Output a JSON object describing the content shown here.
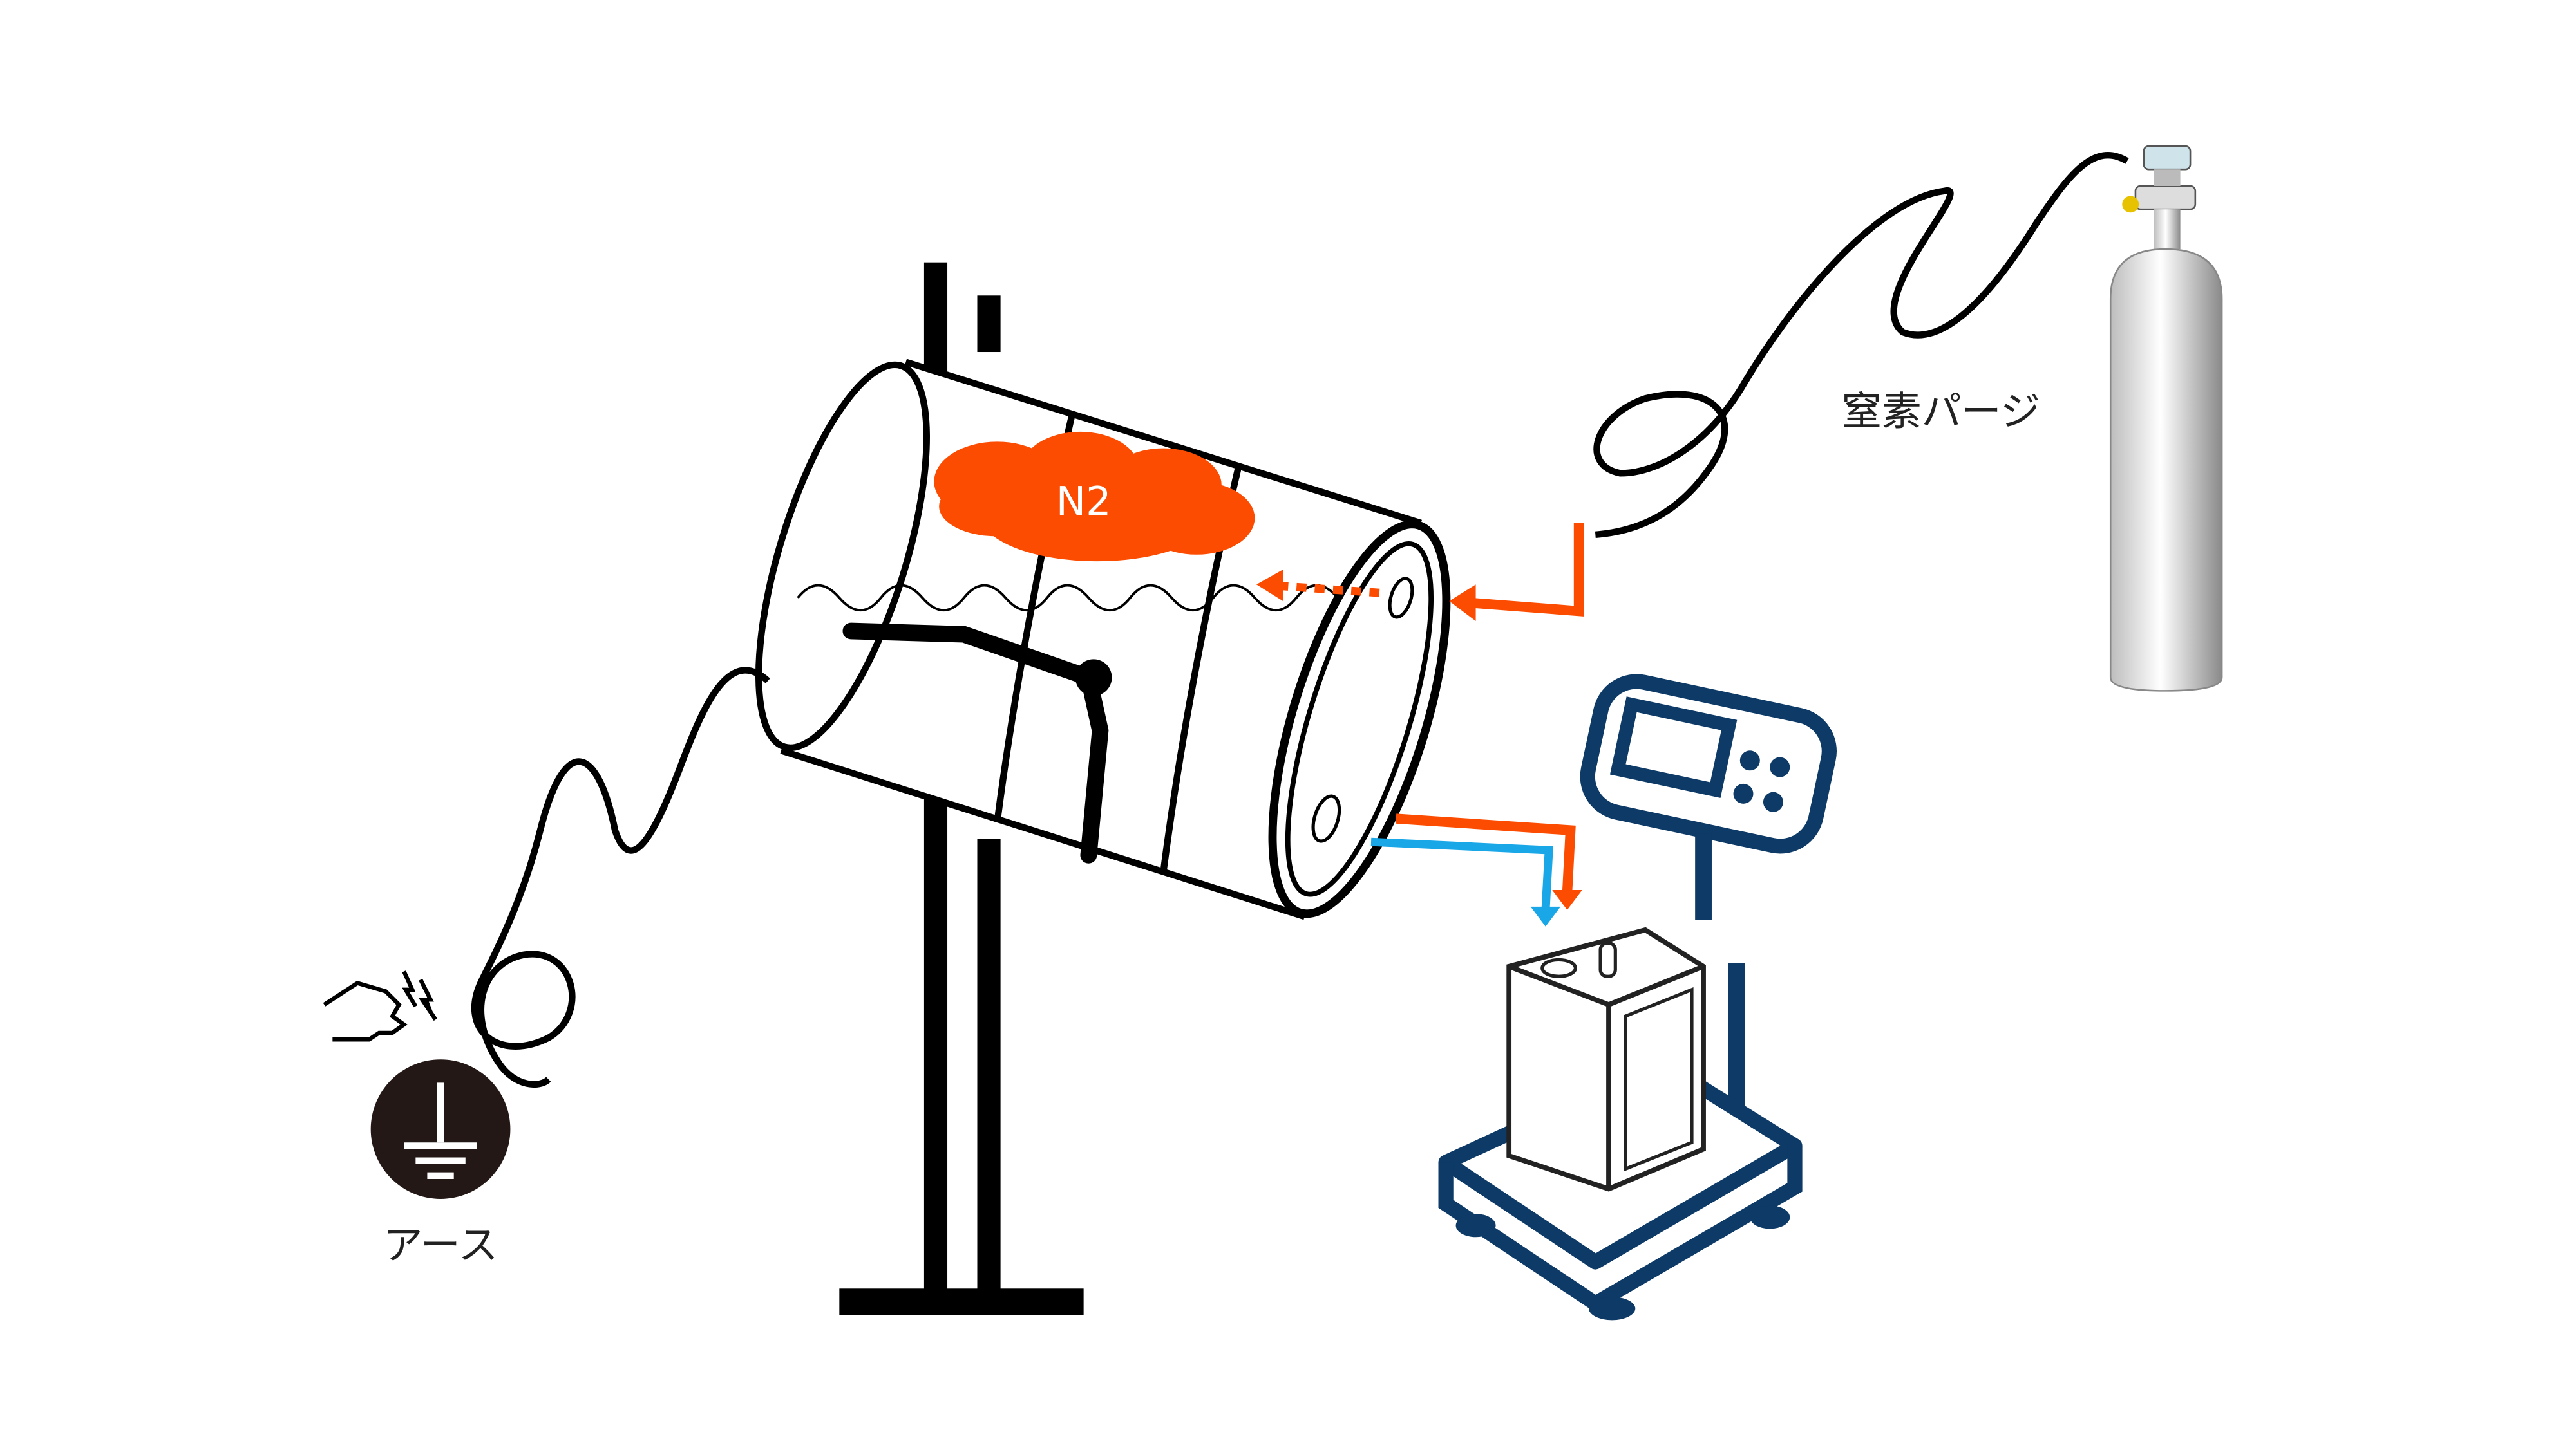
{
  "labels": {
    "gas_in_cloud": "N2",
    "nitrogen_purge": "窒素パージ",
    "ground": "アース"
  },
  "colors": {
    "orange": "#FC4C02",
    "cyan": "#1AA7E8",
    "scale_navy": "#0D3A66",
    "ground_dark": "#231815",
    "line": "#000000"
  },
  "icons": [
    "drum-icon",
    "stand-icon",
    "nitrogen-cylinder-icon",
    "weighing-scale-icon",
    "container-can-icon",
    "ground-symbol-icon",
    "static-hand-icon"
  ]
}
